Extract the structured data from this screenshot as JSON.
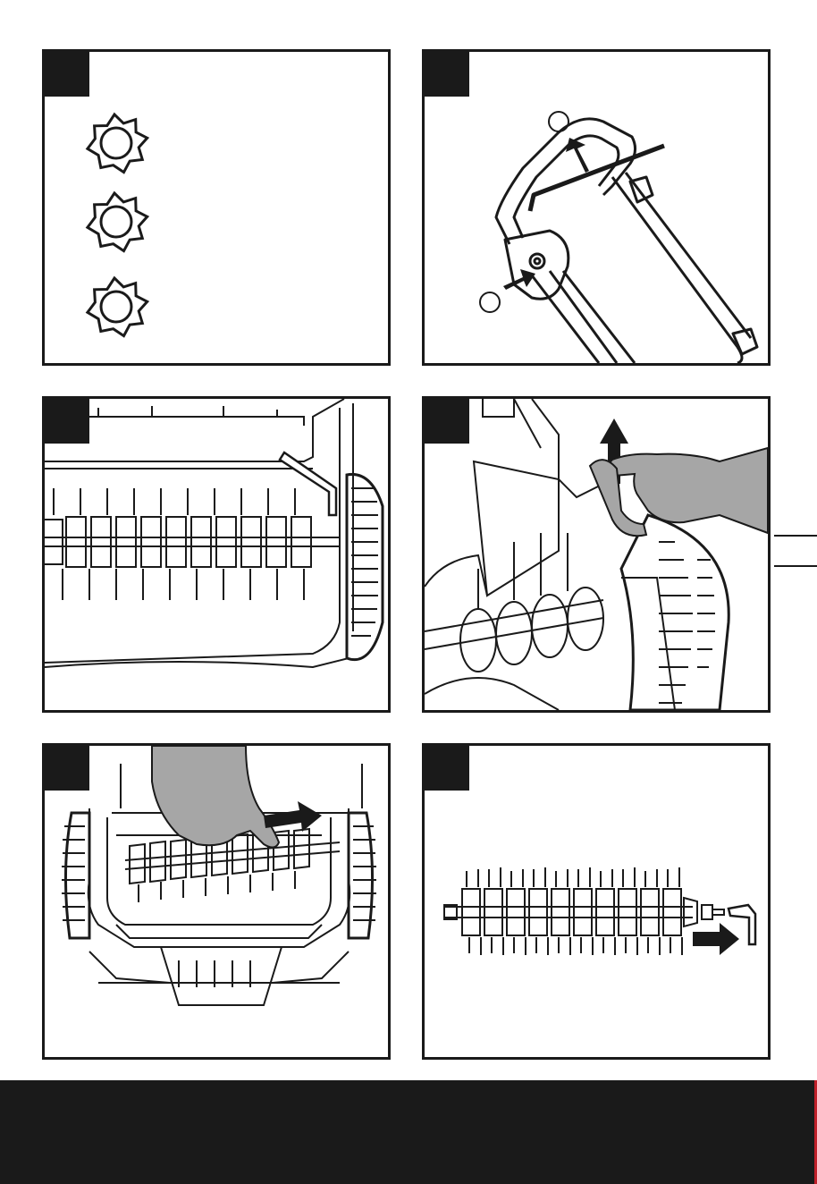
{
  "page": {
    "background": "#ffffff",
    "ink": "#1a1a1a",
    "accent_edge": "#c0202a"
  },
  "panels": [
    {
      "id": "knobs",
      "illustration": "three-star-knobs-icon"
    },
    {
      "id": "handle",
      "illustration": "handle-bolt-release-icon",
      "callouts": [
        "",
        ""
      ]
    },
    {
      "id": "reel-with-hex-key",
      "illustration": "scarifier-reel-hex-key-icon"
    },
    {
      "id": "bearing-lift",
      "illustration": "hand-lifting-bearing-bracket-icon"
    },
    {
      "id": "reel-slide-out",
      "illustration": "hand-sliding-reel-icon"
    },
    {
      "id": "reel-disassembly",
      "illustration": "reel-shaft-removal-icon"
    }
  ]
}
